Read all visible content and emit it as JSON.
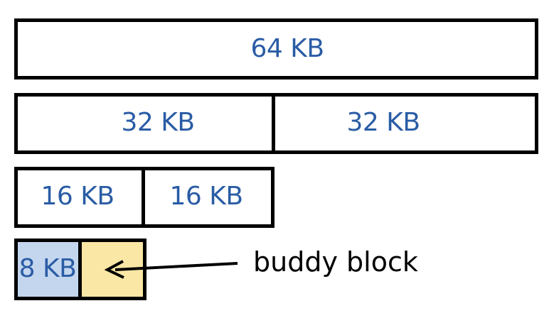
{
  "levels": {
    "level_64": {
      "label": "64 KB"
    },
    "level_32": {
      "left_label": "32 KB",
      "right_label": "32 KB"
    },
    "level_16": {
      "left_label": "16 KB",
      "right_label": "16 KB"
    },
    "level_8": {
      "left_label": "8 KB"
    }
  },
  "annotation": {
    "text": "buddy block"
  },
  "colors": {
    "label_blue": "#2a5ca5",
    "allocated_block_fill": "#c4d6ee",
    "buddy_block_fill": "#fbe7a5",
    "outline": "#000000"
  }
}
